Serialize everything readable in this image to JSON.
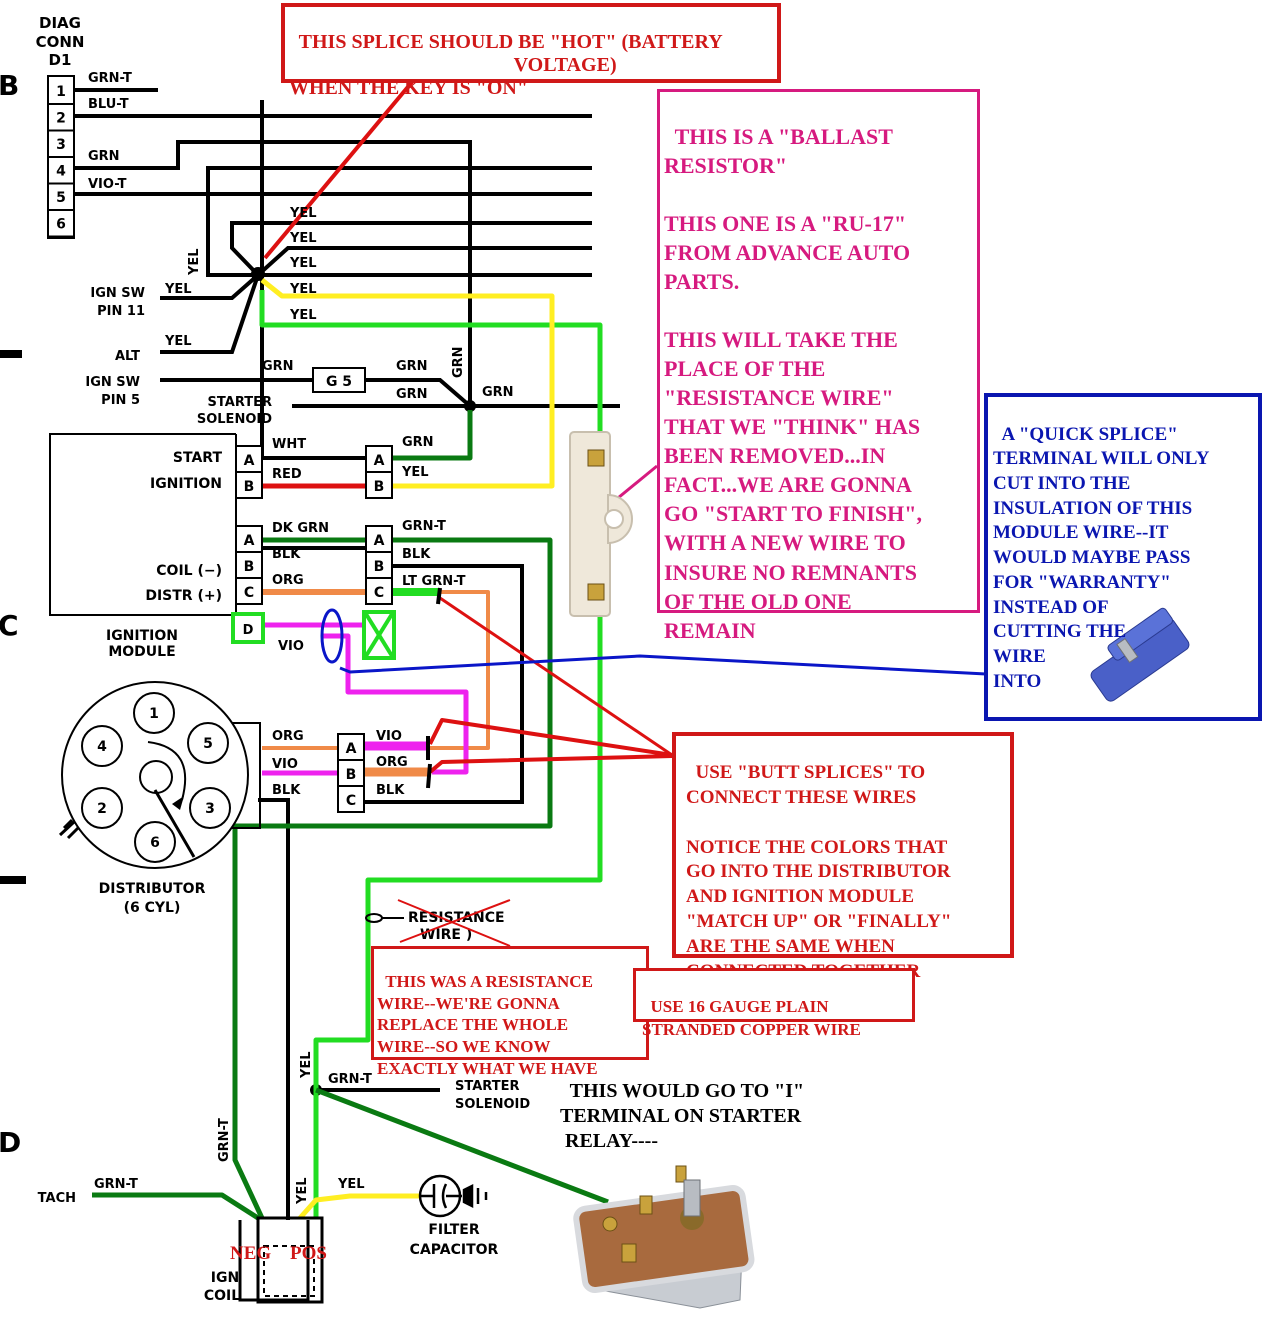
{
  "zone_markers": [
    "B",
    "C",
    "D"
  ],
  "diag_conn": {
    "title": [
      "DIAG",
      "CONN",
      "D1"
    ],
    "pins": [
      "1",
      "2",
      "3",
      "4",
      "5",
      "6"
    ],
    "wires": {
      "pin1": "GRN-T",
      "pin2": "BLU-T",
      "pin4": "GRN",
      "pin5": "VIO-T"
    }
  },
  "splice_labels": {
    "yel_vertical": "YEL",
    "yel_bundle": [
      "YEL",
      "YEL",
      "YEL",
      "YEL",
      "YEL"
    ],
    "ign_sw_pin11": [
      "IGN SW",
      "PIN 11"
    ],
    "ign_sw_pin11_wire": "YEL",
    "alt": "ALT",
    "alt_wire": "YEL"
  },
  "fuse_section": {
    "ign_sw_pin5": [
      "IGN SW",
      "PIN 5"
    ],
    "grn_left": "GRN",
    "fuse_link": "G 5",
    "grn_right_top": "GRN",
    "grn_right_bottom": "GRN",
    "grn_vertical": "GRN",
    "grn_far": "GRN",
    "starter_solenoid": [
      "STARTER",
      "SOLENOID"
    ]
  },
  "ignition_module": {
    "name": [
      "IGNITION",
      "MODULE"
    ],
    "start": "START",
    "ignition": "IGNITION",
    "coil_neg": "COIL (−)",
    "distr_pos": "DISTR (+)",
    "pins_top": [
      "A",
      "B"
    ],
    "pins_bottom": [
      "A",
      "B",
      "C"
    ],
    "pin_d": "D",
    "wires_top": [
      "WHT",
      "RED"
    ],
    "wires_top_out": [
      "GRN",
      "YEL"
    ],
    "wires_bottom": [
      "DK GRN",
      "BLK",
      "ORG"
    ],
    "wires_bottom_out": [
      "GRN-T",
      "BLK",
      "LT GRN-T"
    ],
    "vio": "VIO"
  },
  "distributor": {
    "name": [
      "DISTRIBUTOR",
      "(6 CYL)"
    ],
    "cylinders": [
      "1",
      "5",
      "3",
      "6",
      "2",
      "4"
    ],
    "connector_pins": [
      "A",
      "B",
      "C"
    ],
    "wires_in": [
      "ORG",
      "VIO",
      "BLK"
    ],
    "wires_out": [
      "VIO",
      "ORG",
      "BLK"
    ]
  },
  "resistance_wire": {
    "label": [
      "RESISTANCE",
      "WIRE )"
    ]
  },
  "coil_section": {
    "yel_vertical": "YEL",
    "grn_t_vertical": "GRN-T",
    "grn_t_top": "GRN-T",
    "starter_solenoid": [
      "STARTER",
      "SOLENOID"
    ],
    "tach": "TACH",
    "tach_wire": "GRN-T",
    "yel_coil": "YEL",
    "yel_cap": "YEL",
    "neg": "NEG",
    "pos": "POS",
    "ign_coil": [
      "IGN",
      "COIL"
    ],
    "filter_capacitor": [
      "FILTER",
      "CAPACITOR"
    ]
  },
  "notes": {
    "splice_hot": "THIS SPLICE SHOULD BE \"HOT\" (BATTERY\n                                             VOLTAGE)\nWHEN THE KEY IS \"ON\"",
    "ballast": "THIS IS A \"BALLAST\nRESISTOR\"\n\nTHIS ONE IS A \"RU-17\"\nFROM ADVANCE AUTO\nPARTS.\n\nTHIS WILL TAKE THE\nPLACE OF THE\n\"RESISTANCE WIRE\"\nTHAT WE \"THINK\" HAS\nBEEN REMOVED...IN\nFACT...WE ARE GONNA\nGO \"START TO FINISH\",\nWITH A NEW WIRE TO\nINSURE NO REMNANTS\nOF THE OLD ONE\nREMAIN",
    "quick_splice": "A \"QUICK SPLICE\"\nTERMINAL WILL ONLY\nCUT INTO THE\nINSULATION OF THIS\nMODULE WIRE--IT\nWOULD MAYBE PASS\nFOR \"WARRANTY\"\nINSTEAD OF\nCUTTING THE\nWIRE\nINTO",
    "butt_splices": "USE \"BUTT SPLICES\" TO\nCONNECT THESE WIRES\n\nNOTICE THE COLORS THAT\nGO INTO THE DISTRIBUTOR\nAND IGNITION MODULE\n\"MATCH UP\" OR \"FINALLY\"\nARE THE SAME WHEN\nCONNECTED TOGETHER",
    "resistance_was": "THIS WAS A RESISTANCE\nWIRE--WE'RE GONNA\nREPLACE THE WHOLE\nWIRE--SO WE KNOW\nEXACTLY WHAT WE HAVE",
    "gauge": "USE 16 GAUGE PLAIN\nSTRANDED COPPER WIRE",
    "relay": "THIS WOULD GO TO \"I\"\nTERMINAL ON STARTER\n RELAY----"
  },
  "colors": {
    "note_red": "#d01818",
    "note_magenta": "#d61a7f",
    "note_blue": "#0a16b0",
    "wire_lt_green": "#22dd22",
    "wire_dk_green": "#0a7a12",
    "wire_yellow": "#ffee22",
    "wire_orange": "#f08a48",
    "wire_violet": "#ee22ee",
    "wire_red": "#dd1111",
    "wire_blue": "#0a16c8"
  }
}
